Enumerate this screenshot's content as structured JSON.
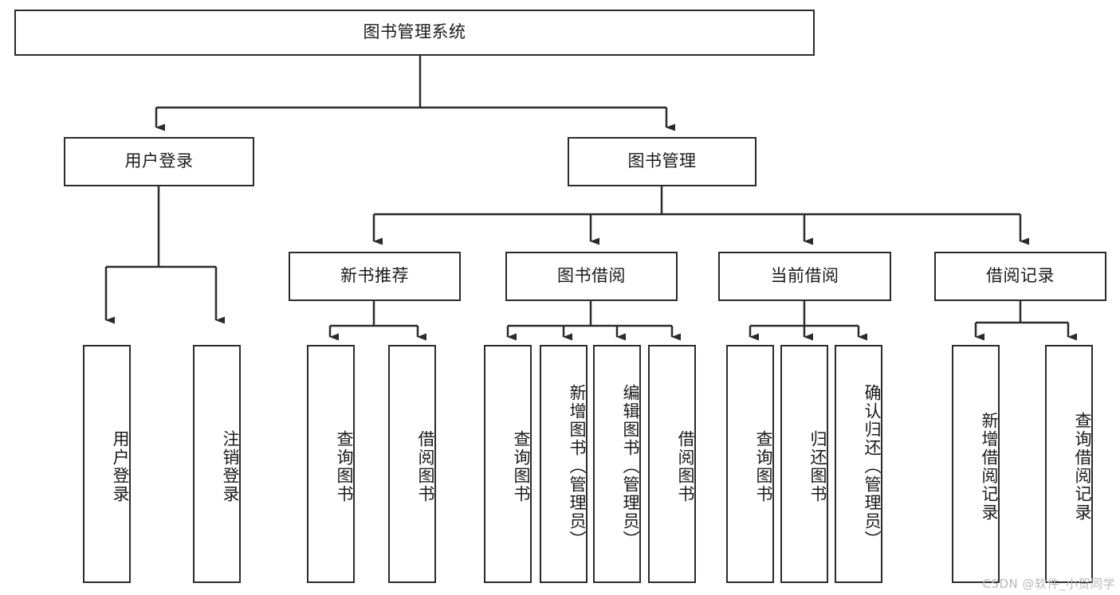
{
  "diagram": {
    "title": "图书管理系统",
    "type": "hierarchy-tree",
    "colors": {
      "box_border": "#2b2b2b",
      "box_fill": "#ffffff",
      "connector": "#2b2b2b",
      "watermark": "#b9b9b9",
      "background": "#ffffff"
    },
    "root": {
      "label": "图书管理系统"
    },
    "level2": [
      {
        "label": "用户登录"
      },
      {
        "label": "图书管理"
      }
    ],
    "level3": [
      {
        "label": "新书推荐"
      },
      {
        "label": "图书借阅"
      },
      {
        "label": "当前借阅"
      },
      {
        "label": "借阅记录"
      }
    ],
    "leaves": {
      "user_login": [
        {
          "label": "用户登录"
        },
        {
          "label": "注销登录"
        }
      ],
      "new_book_recommend": [
        {
          "label": "查询图书"
        },
        {
          "label": "借阅图书"
        }
      ],
      "book_borrow": [
        {
          "label": "查询图书"
        },
        {
          "label": "新增图书（管理员）"
        },
        {
          "label": "编辑图书（管理员）"
        },
        {
          "label": "借阅图书"
        }
      ],
      "current_borrow": [
        {
          "label": "查询图书"
        },
        {
          "label": "归还图书"
        },
        {
          "label": "确认归还（管理员）"
        }
      ],
      "borrow_record": [
        {
          "label": "新增借阅记录"
        },
        {
          "label": "查询借阅记录"
        }
      ]
    },
    "watermark": "CSDN @软件_小贺同学"
  }
}
